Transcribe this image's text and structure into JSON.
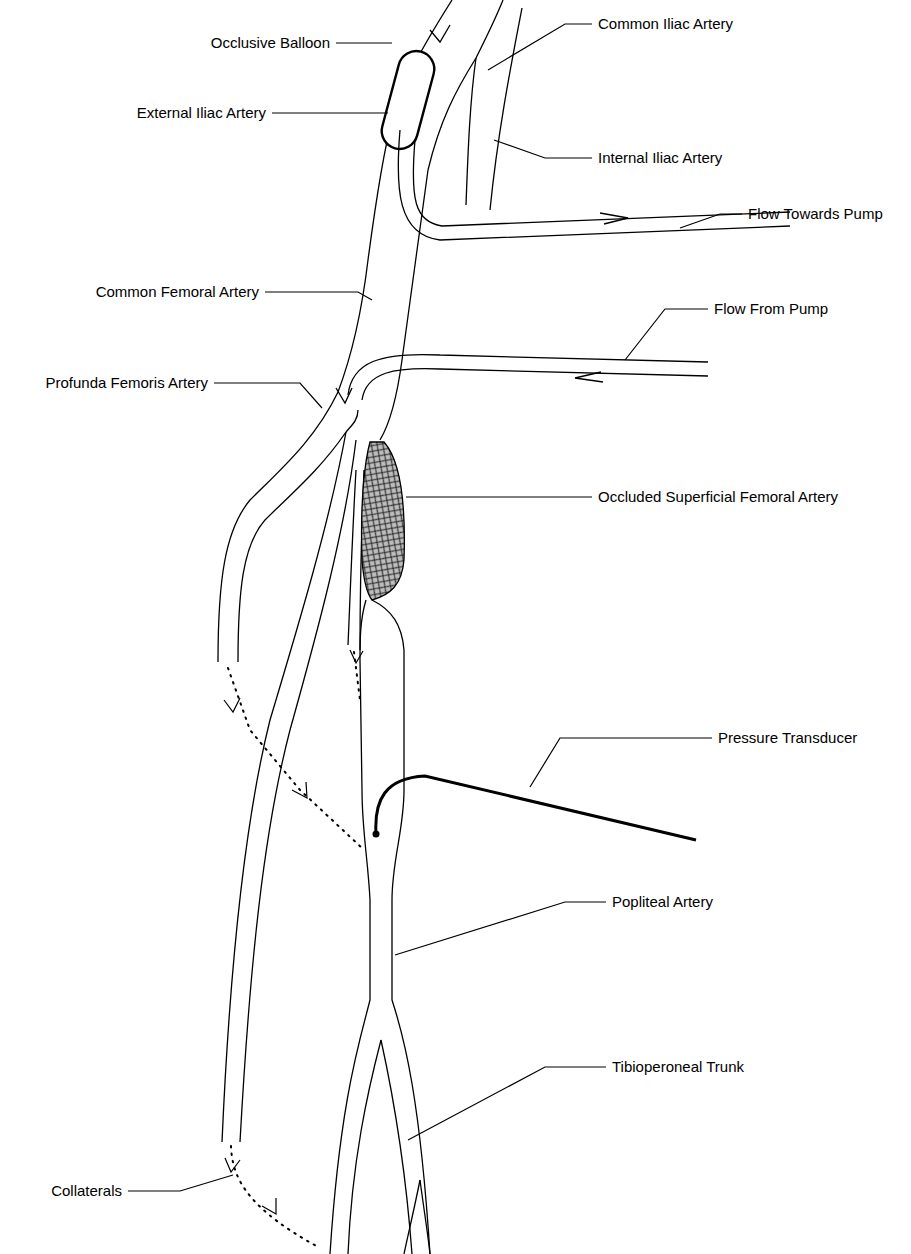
{
  "diagram": {
    "labels": [
      "Common Iliac Artery",
      "Occlusive Balloon",
      "External Iliac Artery",
      "Internal Iliac Artery",
      "Flow Towards Pump",
      "Common Femoral Artery",
      "Flow From Pump",
      "Profunda Femoris Artery",
      "Occluded Superficial Femoral Artery",
      "Pressure Transducer",
      "Popliteal Artery",
      "Tibioperoneal Trunk",
      "Collaterals"
    ]
  }
}
